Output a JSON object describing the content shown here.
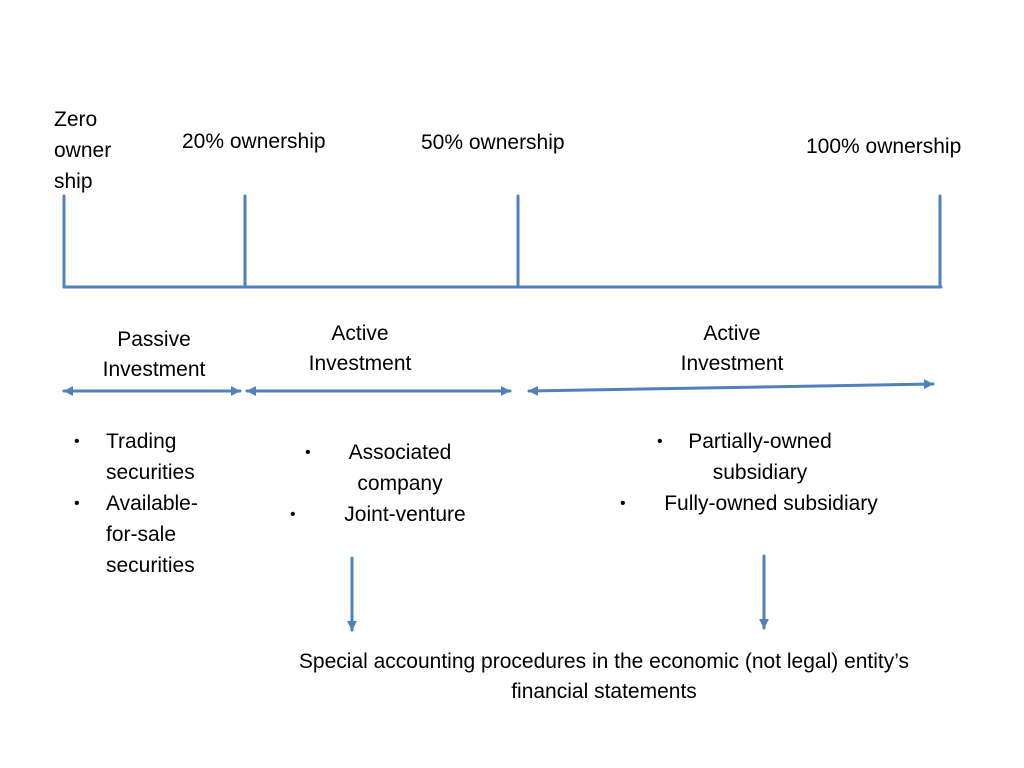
{
  "colors": {
    "line": "#4F81BD",
    "text": "#000000",
    "background": "#FFFFFF"
  },
  "scale_labels": {
    "zero": "Zero owner ship",
    "twenty": "20% ownership",
    "fifty": "50% ownership",
    "hundred": "100% ownership"
  },
  "ranges": {
    "passive": "Passive Investment",
    "active_1": "Active Investment",
    "active_2": "Active Investment"
  },
  "lists": {
    "passive": [
      "Trading securities",
      "Available-for-sale securities"
    ],
    "active_1": [
      "Associated company",
      "Joint-venture"
    ],
    "active_2": [
      "Partially-owned subsidiary",
      "Fully-owned subsidiary"
    ]
  },
  "bullet_glyph": "•",
  "conclusion": "Special accounting procedures in the economic (not legal) entity’s financial statements"
}
